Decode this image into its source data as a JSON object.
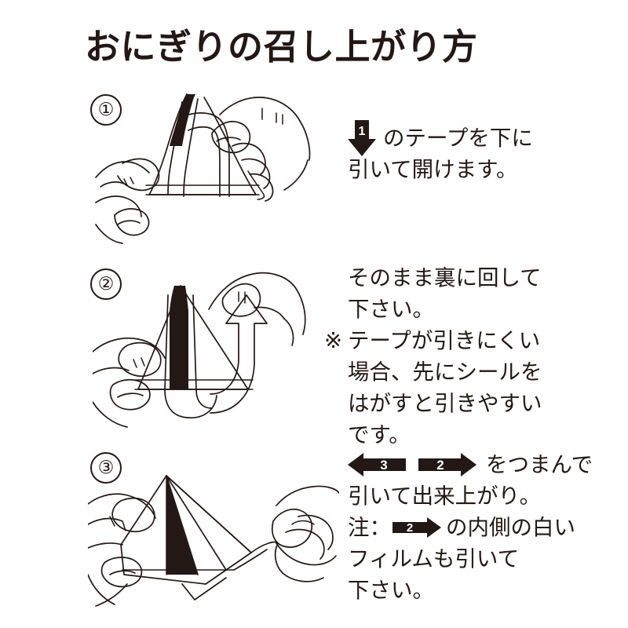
{
  "page": {
    "title": "おにぎりの召し上がり方",
    "background_color": "#ffffff",
    "ink_color": "#231815"
  },
  "steps": [
    {
      "number": "①",
      "illustration_name": "hands-holding-onigiri-pulling-tape",
      "arrow": {
        "direction": "down",
        "label": "1"
      },
      "lines": [
        {
          "hang": "",
          "text": "のテープを下に"
        },
        {
          "hang": "",
          "text": "引いて開けます。"
        }
      ]
    },
    {
      "number": "②",
      "illustration_name": "hand-pulling-tape-around-back-with-curved-arrow",
      "arrow": null,
      "lines": [
        {
          "hang": "",
          "text": "そのまま裏に回して"
        },
        {
          "hang": "",
          "text": "下さい。"
        },
        {
          "hang": "※",
          "text": "テープが引きにくい"
        },
        {
          "hang": "",
          "text": "場合、先にシールを"
        },
        {
          "hang": "",
          "text": "はがすと引きやすい"
        },
        {
          "hang": "",
          "text": "です。"
        }
      ]
    },
    {
      "number": "③",
      "illustration_name": "two-hands-pulling-film-from-both-sides",
      "arrows": [
        {
          "direction": "left",
          "label": "3"
        },
        {
          "direction": "right",
          "label": "2"
        }
      ],
      "lines": [
        {
          "hang": "",
          "text": "をつまんで"
        },
        {
          "hang": "",
          "text": "引いて出来上がり。"
        },
        {
          "hang": "",
          "prefix": "注：",
          "arrow": {
            "direction": "right",
            "label": "2"
          },
          "text": "の内側の白い"
        },
        {
          "hang": "",
          "text": "フィルムも引いて"
        },
        {
          "hang": "",
          "text": "下さい。"
        }
      ]
    }
  ]
}
